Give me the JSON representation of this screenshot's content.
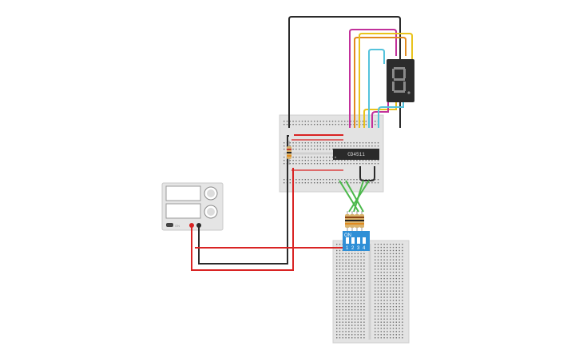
{
  "components": {
    "ic_chip": {
      "label": "CD4511"
    },
    "dip_switch": {
      "label": "ON",
      "switch_numbers": [
        "1",
        "2",
        "3",
        "4"
      ]
    },
    "power_supply": {
      "button_label": "ON",
      "brand_label": ""
    }
  },
  "colors": {
    "wire_black": "#2b2b2b",
    "wire_red": "#d92323",
    "wire_green": "#4ab84a",
    "wire_magenta": "#c2319b",
    "wire_orange": "#e08a1e",
    "wire_yellow": "#e9c31c",
    "wire_cyan": "#55c3dc",
    "breadboard": "#e3e3e3",
    "ic_body": "#2a2a2a",
    "dip_blue": "#2f8fd6",
    "display_body": "#2c2c2c"
  }
}
